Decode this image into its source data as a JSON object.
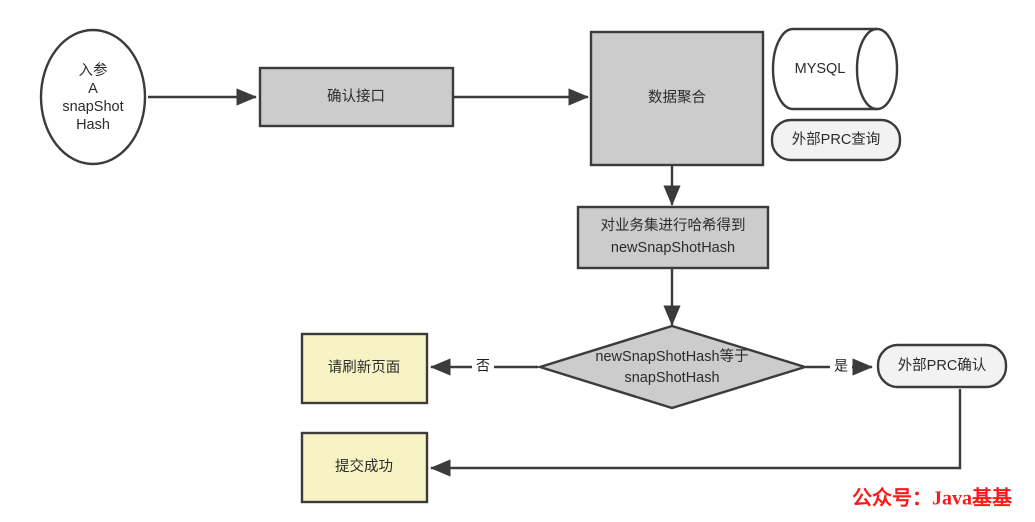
{
  "diagram": {
    "title": "snapShotHash verification flowchart",
    "colors": {
      "stroke": "#3b3b3b",
      "gray_fill": "#cccccc",
      "light_fill": "#f2f2f2",
      "yellow_fill": "#f8f3c4",
      "white_fill": "#ffffff",
      "text": "#2b2b2b",
      "watermark": "#fa1a1a"
    },
    "nodes": {
      "start": {
        "shape": "ellipse",
        "lines": [
          "入参",
          "A",
          "snapShot",
          "Hash"
        ]
      },
      "confirm_api": {
        "shape": "rectangle",
        "lines": [
          "确认接口"
        ]
      },
      "data_aggregation": {
        "shape": "rectangle",
        "lines": [
          "数据聚合"
        ]
      },
      "mysql": {
        "shape": "cylinder",
        "lines": [
          "MYSQL"
        ]
      },
      "external_rpc_query": {
        "shape": "rounded-rectangle",
        "lines": [
          "外部PRC查询"
        ]
      },
      "hash_business_set": {
        "shape": "rectangle",
        "lines": [
          "对业务集进行哈希得到",
          "newSnapShotHash"
        ]
      },
      "decision": {
        "shape": "diamond",
        "lines": [
          "newSnapShotHash等于",
          "snapShotHash"
        ]
      },
      "refresh_page": {
        "shape": "rectangle",
        "lines": [
          "请刷新页面"
        ]
      },
      "external_rpc_confirm": {
        "shape": "rounded-rectangle",
        "lines": [
          "外部PRC确认"
        ]
      },
      "submit_success": {
        "shape": "rectangle",
        "lines": [
          "提交成功"
        ]
      }
    },
    "edge_labels": {
      "no": "否",
      "yes": "是"
    },
    "watermark": "公众号：Java基基"
  }
}
